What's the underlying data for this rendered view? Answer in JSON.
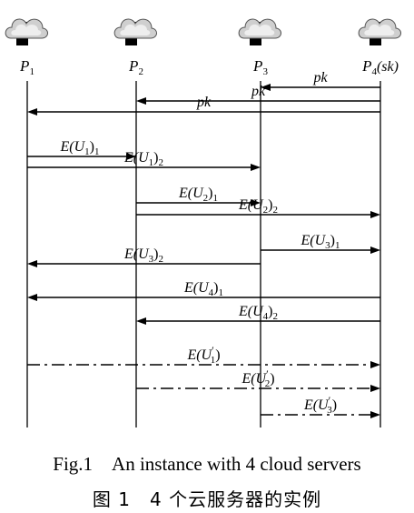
{
  "servers": [
    {
      "id": "P1",
      "name": "P",
      "sub": "1",
      "suffix": ""
    },
    {
      "id": "P2",
      "name": "P",
      "sub": "2",
      "suffix": ""
    },
    {
      "id": "P3",
      "name": "P",
      "sub": "3",
      "suffix": ""
    },
    {
      "id": "P4",
      "name": "P",
      "sub": "4",
      "suffix": "(sk)"
    }
  ],
  "messages": [
    {
      "id": "m1",
      "from": "P4",
      "to": "P3",
      "style": "solid",
      "label": {
        "main": "pk"
      }
    },
    {
      "id": "m2",
      "from": "P4",
      "to": "P2",
      "style": "solid",
      "label": {
        "main": "pk"
      }
    },
    {
      "id": "m3",
      "from": "P4",
      "to": "P1",
      "style": "solid",
      "label": {
        "main": "pk"
      }
    },
    {
      "id": "m4",
      "from": "P1",
      "to": "P2",
      "style": "solid",
      "label": {
        "pre": "E(U",
        "sub1": "1",
        "mid": ")",
        "sub2": "1"
      }
    },
    {
      "id": "m5",
      "from": "P1",
      "to": "P3",
      "style": "solid",
      "label": {
        "pre": "E(U",
        "sub1": "1",
        "mid": ")",
        "sub2": "2"
      }
    },
    {
      "id": "m6",
      "from": "P2",
      "to": "P3",
      "style": "solid",
      "label": {
        "pre": "E(U",
        "sub1": "2",
        "mid": ")",
        "sub2": "1"
      }
    },
    {
      "id": "m7",
      "from": "P2",
      "to": "P4",
      "style": "solid",
      "label": {
        "pre": "E(U",
        "sub1": "2",
        "mid": ")",
        "sub2": "2"
      }
    },
    {
      "id": "m8",
      "from": "P3",
      "to": "P4",
      "style": "solid",
      "label": {
        "pre": "E(U",
        "sub1": "3",
        "mid": ")",
        "sub2": "1"
      }
    },
    {
      "id": "m9",
      "from": "P3",
      "to": "P1",
      "style": "solid",
      "label": {
        "pre": "E(U",
        "sub1": "3",
        "mid": ")",
        "sub2": "2"
      }
    },
    {
      "id": "m10",
      "from": "P4",
      "to": "P1",
      "style": "solid",
      "label": {
        "pre": "E(U",
        "sub1": "4",
        "mid": ")",
        "sub2": "1"
      }
    },
    {
      "id": "m11",
      "from": "P4",
      "to": "P2",
      "style": "solid",
      "label": {
        "pre": "E(U",
        "sub1": "4",
        "mid": ")",
        "sub2": "2"
      }
    },
    {
      "id": "m12",
      "from": "P1",
      "to": "P4",
      "style": "dashdot",
      "label": {
        "pre": "E(U",
        "prime": "′",
        "sub1": "1",
        "mid": ")"
      }
    },
    {
      "id": "m13",
      "from": "P2",
      "to": "P4",
      "style": "dashdot",
      "label": {
        "pre": "E(U",
        "prime": "′",
        "sub1": "2",
        "mid": ")"
      }
    },
    {
      "id": "m14",
      "from": "P3",
      "to": "P4",
      "style": "dashdot",
      "label": {
        "pre": "E(U",
        "prime": "′",
        "sub1": "3",
        "mid": ")"
      }
    }
  ],
  "icon": "cloud-server-icon",
  "caption": {
    "en": "Fig.1 An instance with 4 cloud servers",
    "zh": "图 1 4 个云服务器的实例"
  }
}
